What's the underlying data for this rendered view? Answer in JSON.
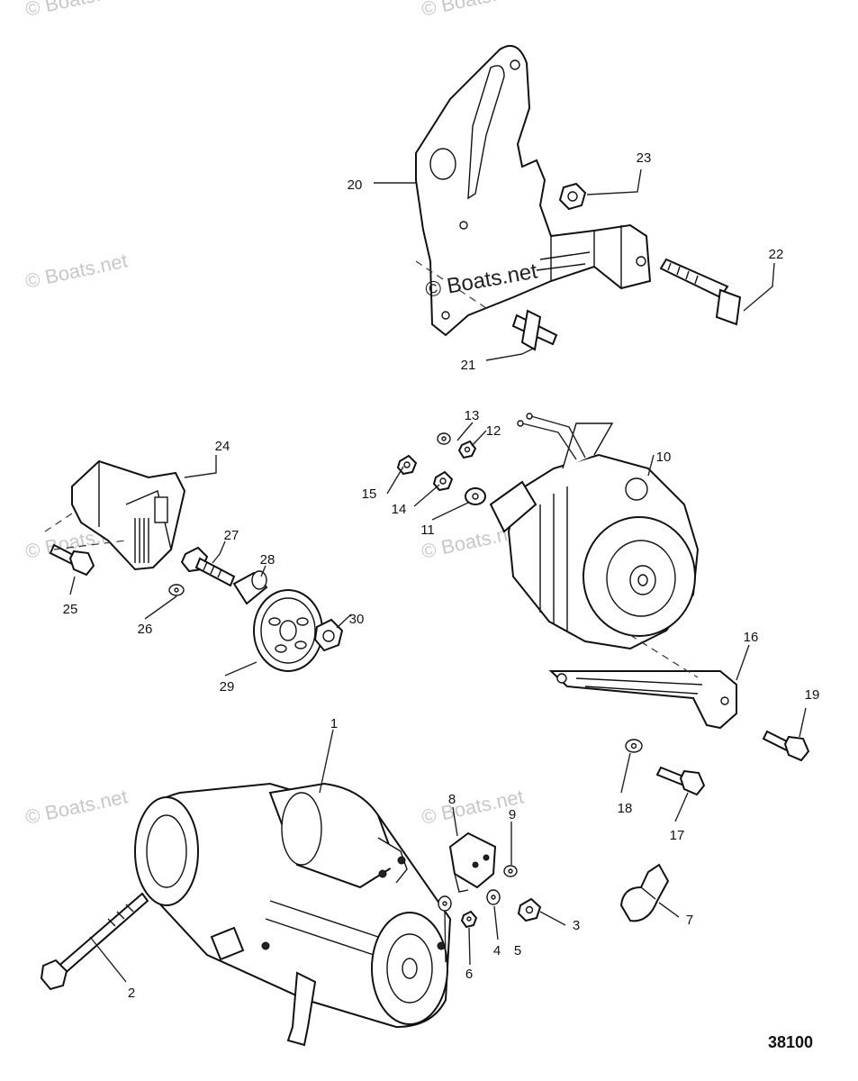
{
  "watermark": "© Boats.net",
  "document_number": "38100",
  "callouts": [
    "1",
    "2",
    "3",
    "4",
    "5",
    "6",
    "7",
    "8",
    "9",
    "10",
    "11",
    "12",
    "13",
    "14",
    "15",
    "16",
    "17",
    "18",
    "19",
    "20",
    "21",
    "22",
    "23",
    "24",
    "25",
    "26",
    "27",
    "28",
    "29",
    "30"
  ]
}
